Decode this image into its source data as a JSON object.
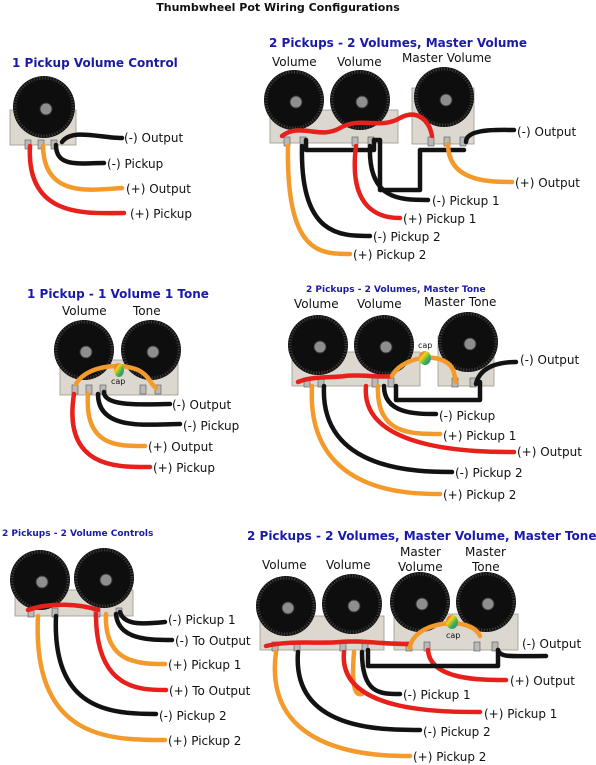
{
  "title": "Thumbwheel Pot Wiring Configurations",
  "sections": {
    "s1": {
      "title": "1 Pickup Volume Control",
      "wires": [
        "(-) Output",
        "(-) Pickup",
        "(+) Output",
        "(+) Pickup"
      ]
    },
    "s2": {
      "title": "2 Pickups -  2 Volumes, Master Volume",
      "pots": [
        "Volume",
        "Volume",
        "Master Volume"
      ],
      "wires": [
        "(-) Output",
        "(+) Output",
        "(-) Pickup 1",
        "(+) Pickup 1",
        "(-) Pickup 2",
        "(+) Pickup 2"
      ]
    },
    "s3": {
      "title": "1 Pickup - 1 Volume 1 Tone",
      "pots": [
        "Volume",
        "Tone"
      ],
      "cap": "cap",
      "wires": [
        "(-) Output",
        "(-) Pickup",
        "(+) Output",
        "(+) Pickup"
      ]
    },
    "s4": {
      "title": "2 Pickups - 2 Volumes, Master Tone",
      "pots": [
        "Volume",
        "Volume",
        "Master Tone"
      ],
      "cap": "cap",
      "wires": [
        "(-) Output",
        "(-) Pickup",
        "(+) Pickup 1",
        "(+) Output",
        "(-) Pickup 2",
        "(+) Pickup 2"
      ]
    },
    "s5": {
      "title": "2 Pickups - 2 Volume Controls",
      "wires": [
        "(-) Pickup 1",
        "(-) To Output",
        "(+) Pickup 1",
        "(+) To Output",
        "(-) Pickup 2",
        "(+) Pickup 2"
      ]
    },
    "s6": {
      "title": "2 Pickups - 2 Volumes, Master Volume, Master Tone",
      "pots": [
        "Volume",
        "Volume",
        "Master",
        "Volume",
        "Master",
        "Tone"
      ],
      "cap": "cap",
      "wires": [
        "(-) Output",
        "(+) Output",
        "(-) Pickup 1",
        "(+) Pickup 1",
        "(-) Pickup 2",
        "(+) Pickup 2"
      ]
    }
  }
}
